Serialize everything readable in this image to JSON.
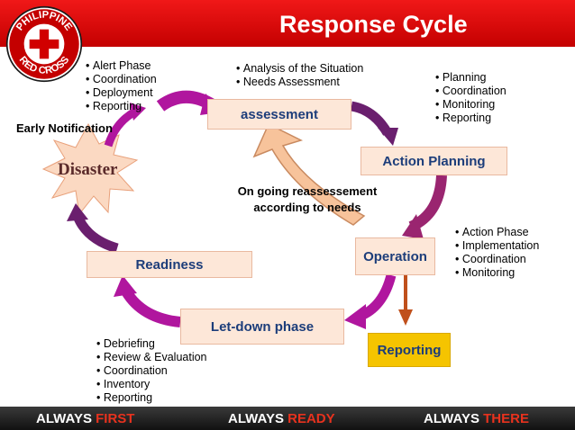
{
  "header": {
    "title": "Response Cycle",
    "logo_top_text": "PHILIPPINE",
    "logo_bottom_text": "RED CROSS"
  },
  "boxes": {
    "assessment": "assessment",
    "action_planning": "Action Planning",
    "operation": "Operation",
    "reporting": "Reporting",
    "letdown": "Let-down phase",
    "readiness": "Readiness"
  },
  "labels": {
    "early_notification": "Early Notification",
    "disaster": "Disaster",
    "ongoing_line1": "On going reassessement",
    "ongoing_line2": "according to needs"
  },
  "lists": {
    "alert": [
      "Alert Phase",
      "Coordination",
      "Deployment",
      "Reporting"
    ],
    "analysis": [
      "Analysis of the Situation",
      "Needs Assessment"
    ],
    "planning": [
      "Planning",
      "Coordination",
      "Monitoring",
      "Reporting"
    ],
    "action": [
      "Action Phase",
      "Implementation",
      "Coordination",
      "Monitoring"
    ],
    "debrief": [
      "Debriefing",
      "Review & Evaluation",
      "Coordination",
      "Inventory",
      "Reporting"
    ]
  },
  "footer": {
    "m1_a": "ALWAYS ",
    "m1_b": "FIRST",
    "m2_a": "ALWAYS ",
    "m2_b": "READY",
    "m3_a": "ALWAYS ",
    "m3_b": "THERE"
  },
  "colors": {
    "brand_red": "#d10000",
    "arrow_magenta": "#b0169e",
    "arrow_purple": "#6a1f6e",
    "arrow_peach": "#f7c39b",
    "box_fill": "#fde7d8",
    "reporting_fill": "#f5c400",
    "label_blue": "#1c3d7a"
  },
  "icons": [
    "red-cross-logo-icon",
    "disaster-burst-icon"
  ]
}
